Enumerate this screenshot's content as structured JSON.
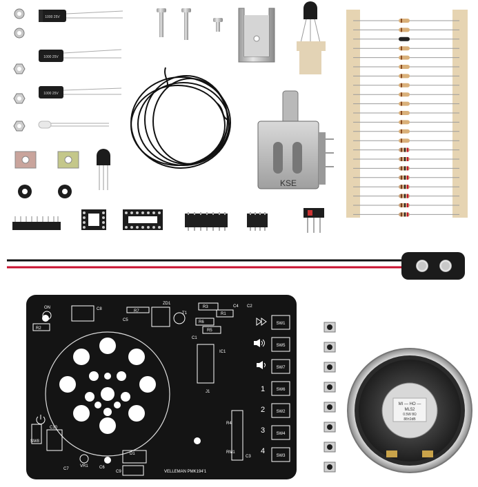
{
  "pcb": {
    "brand_text": "VELLEMAN PMK194'1",
    "labels": {
      "on": "ON",
      "r1": "R1",
      "r2": "R2",
      "r3": "R3",
      "r4": "R4",
      "r5": "R5",
      "r6": "R6",
      "r7": "R7",
      "c1": "C1",
      "c2": "C2",
      "c3": "C3",
      "c4": "C4",
      "c5": "C5",
      "c6": "C6",
      "c7": "C7",
      "c8": "C8",
      "c9": "C9",
      "c10": "C10",
      "d1": "D1",
      "t1": "T1",
      "ic1": "IC1",
      "j1": "J1",
      "vr1": "VR1",
      "sw8": "SW8",
      "zd1": "ZD1",
      "rm1": "RM1"
    },
    "switches": [
      {
        "label": "SW1"
      },
      {
        "label": "SW5"
      },
      {
        "label": "SW7"
      },
      {
        "label": "SW6"
      },
      {
        "label": "SW2"
      },
      {
        "label": "SW4"
      },
      {
        "label": "SW3"
      }
    ],
    "numbers": [
      "1",
      "2",
      "3",
      "4"
    ]
  },
  "speaker_label": {
    "line1": "MI — HO —",
    "line2": "ML52",
    "line3": "0.5W 8Ω",
    "line4": "88±2dB"
  },
  "capacitor_marking": "1000 25V",
  "tuner_marking": "KSE"
}
